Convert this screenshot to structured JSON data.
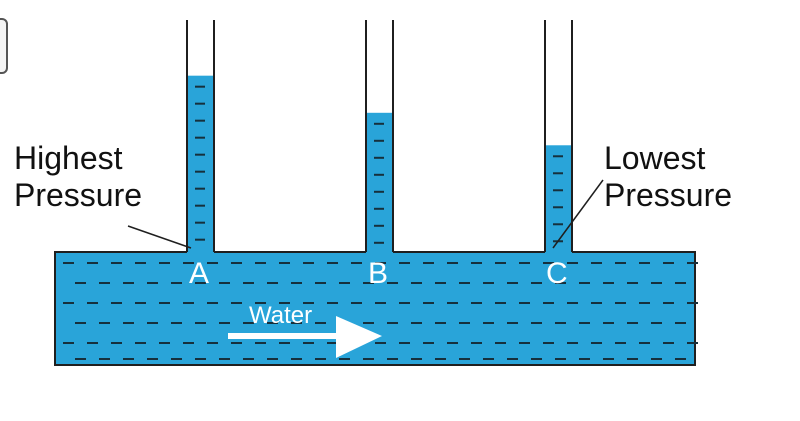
{
  "labels": {
    "highest": [
      "Highest",
      "Pressure"
    ],
    "lowest": [
      "Lowest",
      "Pressure"
    ],
    "points": [
      "A",
      "B",
      "C"
    ],
    "flow": "Water"
  },
  "colors": {
    "water": "#29a4d9",
    "outline": "#1f1f1f",
    "dash": "#16303d",
    "text": "#111111",
    "flow_text": "#ffffff"
  },
  "tube_levels_fraction_of_column": [
    0.76,
    0.6,
    0.46
  ]
}
